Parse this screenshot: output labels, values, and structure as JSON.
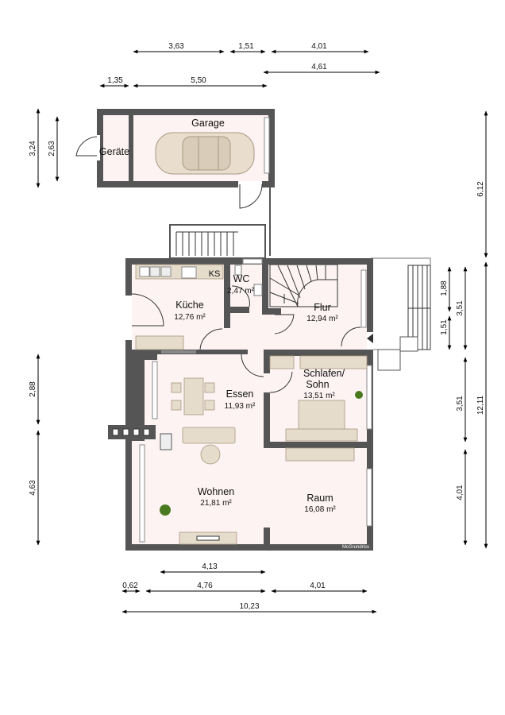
{
  "rooms": {
    "garage": {
      "name": "Garage"
    },
    "geraete": {
      "name": "Geräte"
    },
    "kueche": {
      "name": "Küche",
      "area": "12,76 m²"
    },
    "wc": {
      "name": "WC",
      "area": "2,47 m²"
    },
    "flur": {
      "name": "Flur",
      "area": "12,94 m²"
    },
    "schlafen": {
      "name1": "Schlafen/",
      "name2": "Sohn",
      "area": "13,51 m²"
    },
    "essen": {
      "name": "Essen",
      "area": "11,93 m²"
    },
    "wohnen": {
      "name": "Wohnen",
      "area": "21,81 m²"
    },
    "raum": {
      "name": "Raum",
      "area": "16,08 m²"
    }
  },
  "furniture": {
    "fridge": "KS"
  },
  "watermark": "McGrundriss",
  "dimensions": {
    "top": [
      "3,63",
      "1,51",
      "4,01",
      "4,61",
      "1,35",
      "5,50"
    ],
    "left": [
      "3,24",
      "2,63",
      "2,88",
      "4,63"
    ],
    "right": [
      "6,12",
      "1,88",
      "3,51",
      "1,51",
      "3,51",
      "12,11",
      "4,01"
    ],
    "bottom": [
      "4,13",
      "0,62",
      "4,76",
      "4,01",
      "10,23"
    ]
  }
}
